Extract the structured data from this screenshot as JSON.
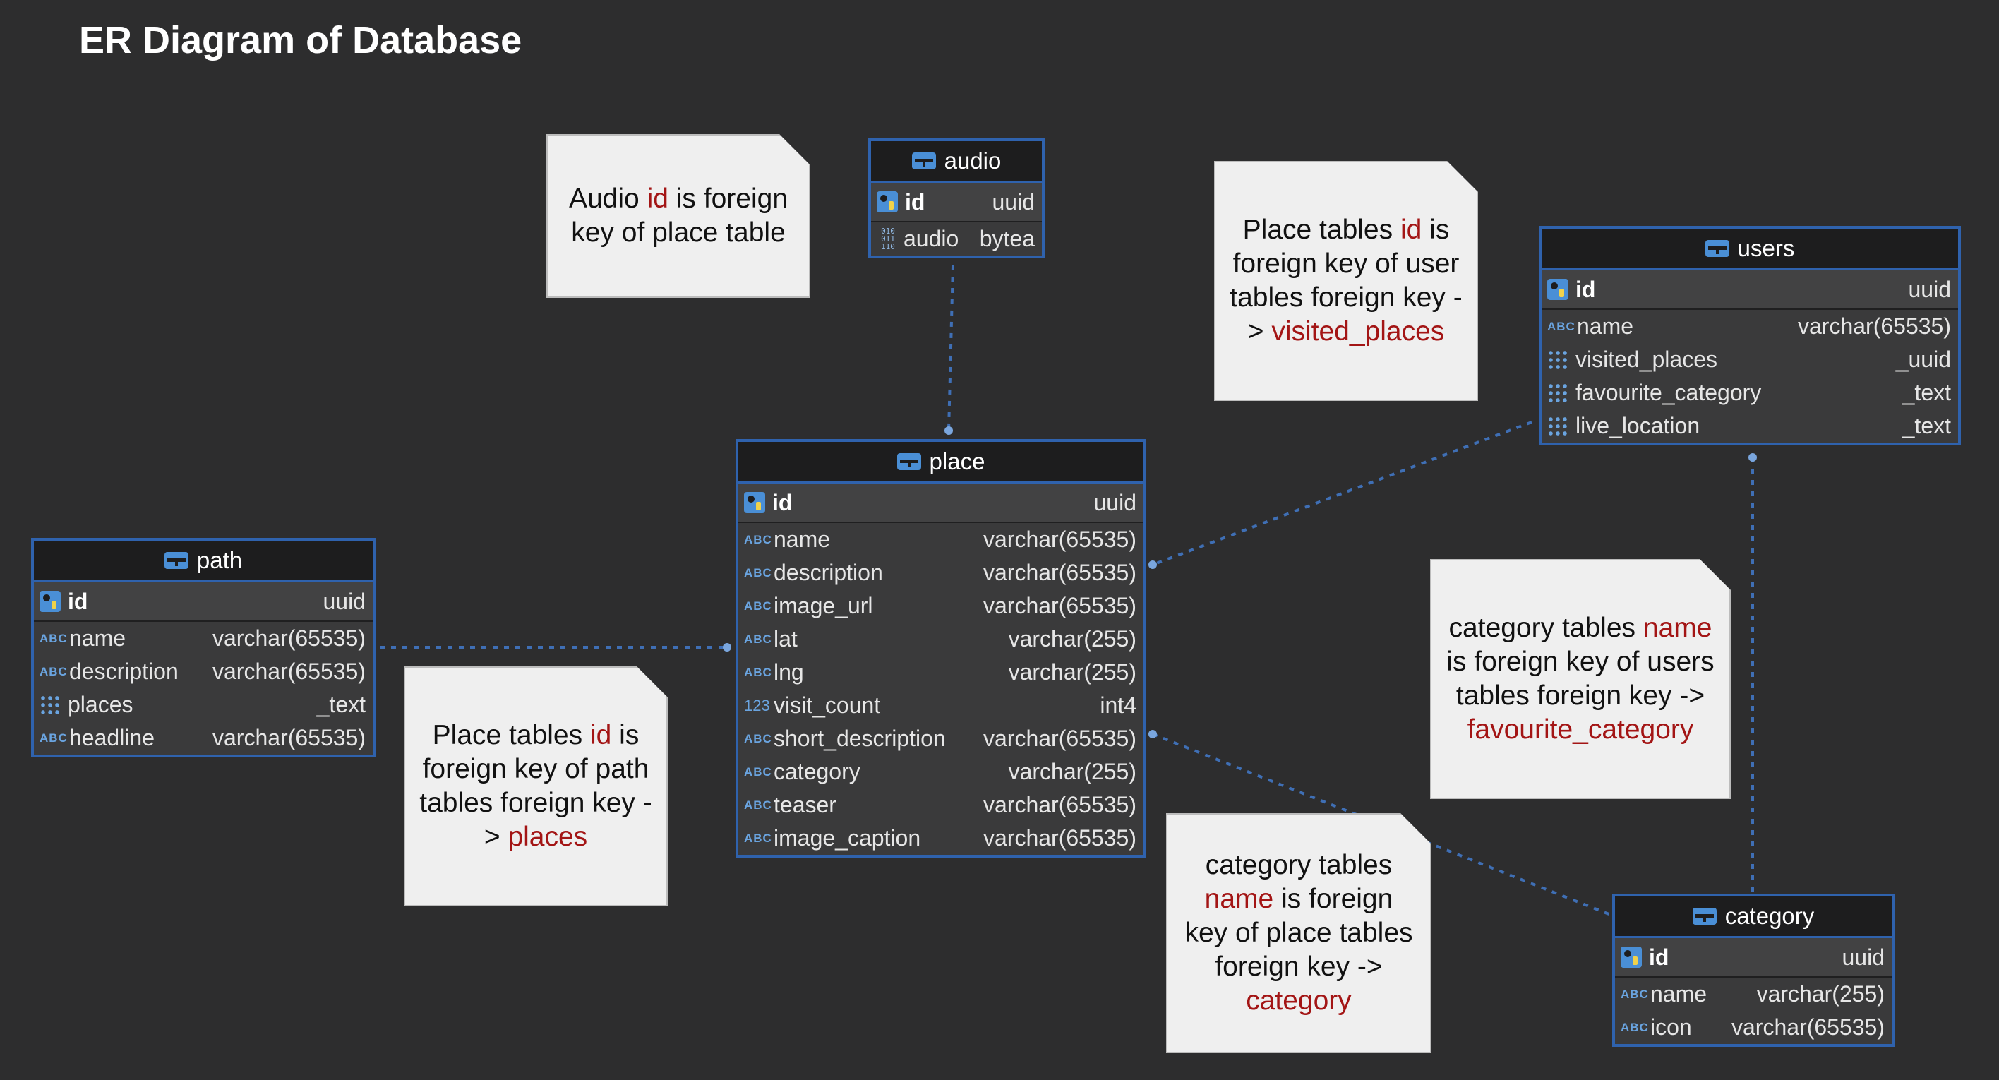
{
  "title": "ER Diagram of Database",
  "colors": {
    "background": "#2d2d2e",
    "table_border": "#2f62ad",
    "connector": "#3f6fb5",
    "note_background": "#efefef",
    "highlight": "#a31515"
  },
  "tables": {
    "audio": {
      "name": "audio",
      "pk": {
        "name": "id",
        "type": "uuid"
      },
      "rows": [
        {
          "icon": "binary-icon",
          "name": "audio",
          "type": "bytea"
        }
      ]
    },
    "place": {
      "name": "place",
      "pk": {
        "name": "id",
        "type": "uuid"
      },
      "rows": [
        {
          "icon": "text-icon",
          "name": "name",
          "type": "varchar(65535)"
        },
        {
          "icon": "text-icon",
          "name": "description",
          "type": "varchar(65535)"
        },
        {
          "icon": "text-icon",
          "name": "image_url",
          "type": "varchar(65535)"
        },
        {
          "icon": "text-icon",
          "name": "lat",
          "type": "varchar(255)"
        },
        {
          "icon": "text-icon",
          "name": "lng",
          "type": "varchar(255)"
        },
        {
          "icon": "numeric-icon",
          "name": "visit_count",
          "type": "int4"
        },
        {
          "icon": "text-icon",
          "name": "short_description",
          "type": "varchar(65535)"
        },
        {
          "icon": "text-icon",
          "name": "category",
          "type": "varchar(255)"
        },
        {
          "icon": "text-icon",
          "name": "teaser",
          "type": "varchar(65535)"
        },
        {
          "icon": "text-icon",
          "name": "image_caption",
          "type": "varchar(65535)"
        }
      ]
    },
    "users": {
      "name": "users",
      "pk": {
        "name": "id",
        "type": "uuid"
      },
      "rows": [
        {
          "icon": "text-icon",
          "name": "name",
          "type": "varchar(65535)"
        },
        {
          "icon": "array-icon",
          "name": "visited_places",
          "type": "_uuid"
        },
        {
          "icon": "array-icon",
          "name": "favourite_category",
          "type": "_text"
        },
        {
          "icon": "array-icon",
          "name": "live_location",
          "type": "_text"
        }
      ]
    },
    "path": {
      "name": "path",
      "pk": {
        "name": "id",
        "type": "uuid"
      },
      "rows": [
        {
          "icon": "text-icon",
          "name": "name",
          "type": "varchar(65535)"
        },
        {
          "icon": "text-icon",
          "name": "description",
          "type": "varchar(65535)"
        },
        {
          "icon": "array-icon",
          "name": "places",
          "type": "_text"
        },
        {
          "icon": "text-icon",
          "name": "headline",
          "type": "varchar(65535)"
        }
      ]
    },
    "category": {
      "name": "category",
      "pk": {
        "name": "id",
        "type": "uuid"
      },
      "rows": [
        {
          "icon": "text-icon",
          "name": "name",
          "type": "varchar(255)"
        },
        {
          "icon": "text-icon",
          "name": "icon",
          "type": "varchar(65535)"
        }
      ]
    }
  },
  "notes": {
    "audio": {
      "p1": "Audio ",
      "hl1": "id",
      "p2": " is foreign key of place table"
    },
    "users": {
      "p1": "Place tables ",
      "hl1": "id",
      "p2": " is foreign key of user tables foreign key -> ",
      "hl2": "visited_places"
    },
    "path": {
      "p1": "Place tables ",
      "hl1": "id",
      "p2": " is foreign key of path tables foreign key -> ",
      "hl2": "places"
    },
    "category_users": {
      "p1": "category tables ",
      "hl1": "name",
      "p2": " is foreign key of users tables foreign key -> ",
      "hl2": "favourite_category"
    },
    "category_place": {
      "p1": "category tables ",
      "hl1": "name",
      "p2": " is foreign key of place tables foreign key -> ",
      "hl2": "category"
    }
  }
}
